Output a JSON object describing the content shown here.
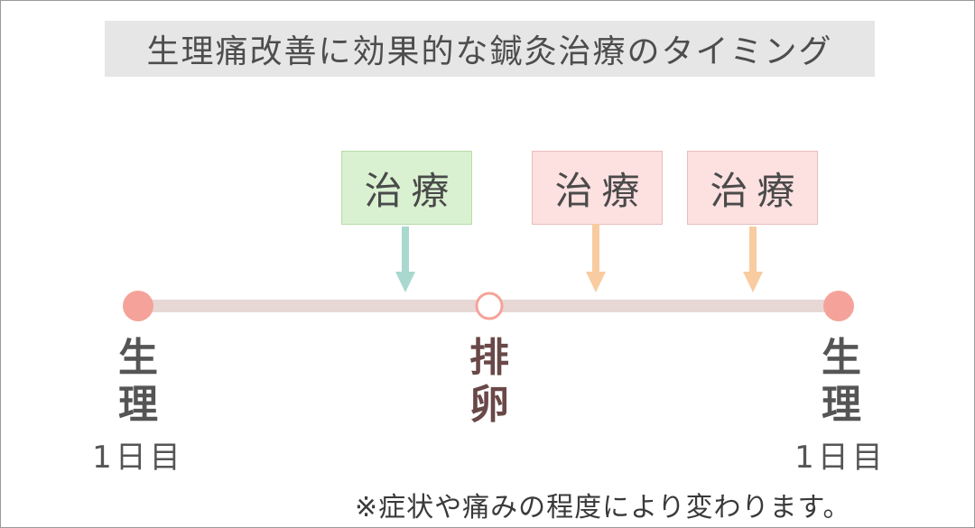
{
  "title": "生理痛改善に効果的な鍼灸治療のタイミング",
  "treatments": [
    {
      "label": "治療",
      "color": "#d9f1d1",
      "arrow_color": "#a9d8cf"
    },
    {
      "label": "治療",
      "color": "#fde0e0",
      "arrow_color": "#f9cba0"
    },
    {
      "label": "治療",
      "color": "#fde0e0",
      "arrow_color": "#f9cba0"
    }
  ],
  "timeline": {
    "line_color": "#e7d8d5",
    "marker_color": "#f5a39a",
    "start": {
      "label_1": "生",
      "label_2": "理",
      "day": "1日目"
    },
    "ovulation": {
      "label_1": "排",
      "label_2": "卵"
    },
    "end": {
      "label_1": "生",
      "label_2": "理",
      "day": "1日目"
    }
  },
  "note": "※症状や痛みの程度により変わります。"
}
